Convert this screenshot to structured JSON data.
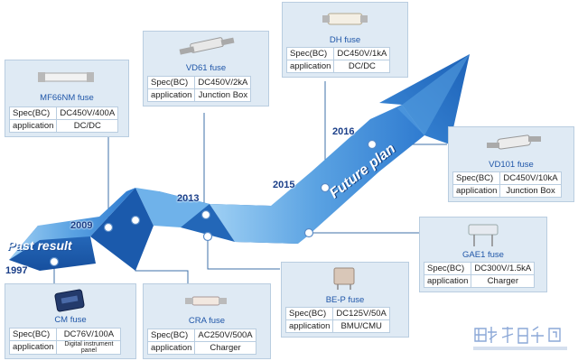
{
  "years": {
    "y1997": "1997",
    "y2009": "2009",
    "y2013": "2013",
    "y2015": "2015",
    "y2016": "2016"
  },
  "labels": {
    "past": "Past result",
    "future": "Future plan"
  },
  "colors": {
    "arrow_light": "#8fc3ee",
    "arrow_mid": "#3f86d2",
    "arrow_dark": "#1c5cae",
    "card_bg": "#dfeaf4",
    "card_border": "#b9cde0",
    "title_blue": "#1f56a8"
  },
  "fuses": [
    {
      "name": "MF66NM fuse",
      "spec_label": "Spec(BC)",
      "spec": "DC450V/400A",
      "app_label": "application",
      "app": "DC/DC",
      "icon": "cylindrical-fuse-icon"
    },
    {
      "name": "VD61 fuse",
      "spec_label": "Spec(BC)",
      "spec": "DC450V/2kA",
      "app_label": "application",
      "app": "Junction Box",
      "icon": "bolt-fuse-icon"
    },
    {
      "name": "DH fuse",
      "spec_label": "Spec(BC)",
      "spec": "DC450V/1kA",
      "app_label": "application",
      "app": "DC/DC",
      "icon": "cylindrical-fuse-icon"
    },
    {
      "name": "VD101 fuse",
      "spec_label": "Spec(BC)",
      "spec": "DC450V/10kA",
      "app_label": "application",
      "app": "Junction Box",
      "icon": "bolt-fuse-icon"
    },
    {
      "name": "GAE1 fuse",
      "spec_label": "Spec(BC)",
      "spec": "DC300V/1.5kA",
      "app_label": "application",
      "app": "Charger",
      "icon": "pcb-fuse-icon"
    },
    {
      "name": "CM fuse",
      "spec_label": "Spec(BC)",
      "spec": "DC76V/100A",
      "app_label": "application",
      "app": "Digital instrument panel",
      "icon": "module-fuse-icon"
    },
    {
      "name": "CRA fuse",
      "spec_label": "Spec(BC)",
      "spec": "AC250V/500A",
      "app_label": "application",
      "app": "Charger",
      "icon": "blade-fuse-icon"
    },
    {
      "name": "BE-P fuse",
      "spec_label": "Spec(BC)",
      "spec": "DC125V/50A",
      "app_label": "application",
      "app": "BMU/CMU",
      "icon": "block-fuse-icon"
    }
  ]
}
